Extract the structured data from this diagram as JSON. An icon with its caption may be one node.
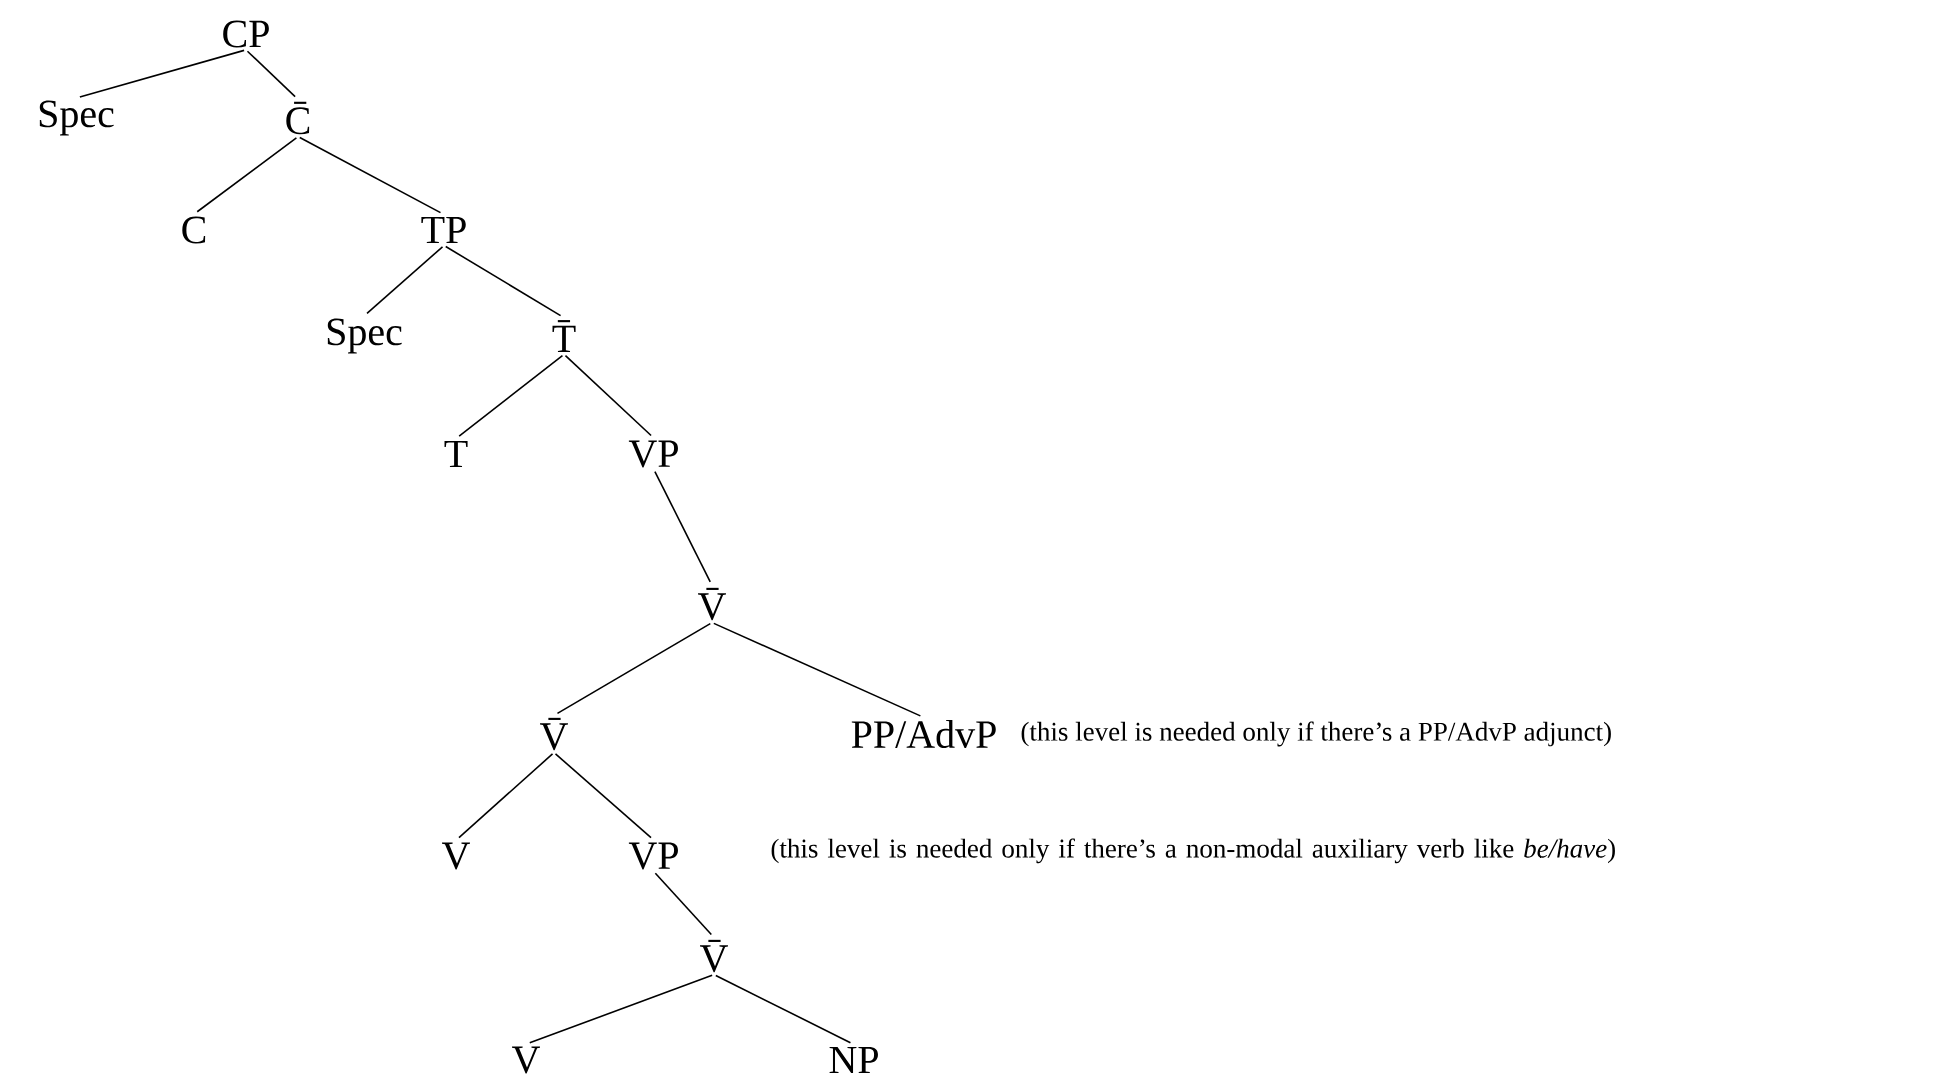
{
  "diagram": {
    "nodes": [
      {
        "text": [
          "CP"
        ]
      },
      {
        "text": [
          "Spec"
        ]
      },
      {
        "text": [
          "C̄"
        ]
      },
      {
        "text": [
          "C"
        ]
      },
      {
        "text": [
          "TP"
        ]
      },
      {
        "text": [
          "Spec"
        ]
      },
      {
        "text": [
          "T̄"
        ]
      },
      {
        "text": [
          "T"
        ]
      },
      {
        "text": [
          "VP"
        ]
      },
      {
        "text": [
          "V̄"
        ]
      },
      {
        "text": [
          "V̄"
        ]
      },
      {
        "text": [
          "PP/AdvP"
        ],
        "beside": [
          "(this level is needed only if there’s a PP/AdvP adjunct)"
        ]
      },
      {
        "text": [
          "V"
        ]
      },
      {
        "text": [
          "VP"
        ],
        "beside": [
          "(this level is needed only if there’s a non-modal auxiliary verb like *be/have*)"
        ]
      },
      {
        "text": [
          "V̄"
        ]
      },
      {
        "text": [
          "V"
        ]
      },
      {
        "text": [
          "NP"
        ]
      }
    ],
    "edges": [
      {
        "from": 0,
        "to": 1,
        "arrow": "none"
      },
      {
        "from": 0,
        "to": 2,
        "arrow": "none"
      },
      {
        "from": 2,
        "to": 3,
        "arrow": "none"
      },
      {
        "from": 2,
        "to": 4,
        "arrow": "none"
      },
      {
        "from": 4,
        "to": 5,
        "arrow": "none"
      },
      {
        "from": 4,
        "to": 6,
        "arrow": "none"
      },
      {
        "from": 6,
        "to": 7,
        "arrow": "none"
      },
      {
        "from": 6,
        "to": 8,
        "arrow": "none"
      },
      {
        "from": 8,
        "to": 9,
        "arrow": "none"
      },
      {
        "from": 9,
        "to": 10,
        "arrow": "none"
      },
      {
        "from": 9,
        "to": 11,
        "arrow": "none"
      },
      {
        "from": 10,
        "to": 12,
        "arrow": "none"
      },
      {
        "from": 10,
        "to": 13,
        "arrow": "none"
      },
      {
        "from": 13,
        "to": 14,
        "arrow": "none"
      },
      {
        "from": 14,
        "to": 15,
        "arrow": "none"
      },
      {
        "from": 14,
        "to": 16,
        "arrow": "none"
      }
    ]
  }
}
